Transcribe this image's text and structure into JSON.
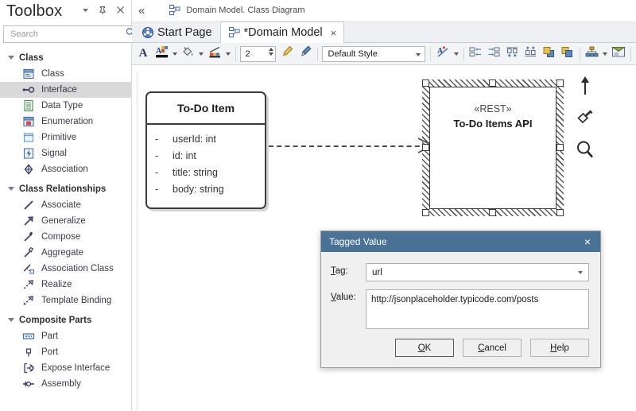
{
  "toolbox": {
    "title": "Toolbox",
    "header_buttons": [
      {
        "name": "toolbox-dropdown-button",
        "icon": "chevron-down-icon"
      },
      {
        "name": "toolbox-pin-button",
        "icon": "pin-icon"
      },
      {
        "name": "toolbox-close-button",
        "icon": "close-icon"
      }
    ],
    "search": {
      "placeholder": "Search",
      "value": ""
    },
    "search_icon": "magnifier-icon",
    "find_icon": "search-icon",
    "menu_icon": "hamburger-menu-icon",
    "groups": [
      {
        "label": "Class",
        "items": [
          {
            "label": "Class",
            "icon": "class-icon",
            "selected": false
          },
          {
            "label": "Interface",
            "icon": "interface-icon",
            "selected": true
          },
          {
            "label": "Data Type",
            "icon": "datatype-icon",
            "selected": false
          },
          {
            "label": "Enumeration",
            "icon": "enumeration-icon",
            "selected": false
          },
          {
            "label": "Primitive",
            "icon": "primitive-icon",
            "selected": false
          },
          {
            "label": "Signal",
            "icon": "signal-icon",
            "selected": false
          },
          {
            "label": "Association",
            "icon": "association-icon",
            "selected": false
          }
        ]
      },
      {
        "label": "Class Relationships",
        "items": [
          {
            "label": "Associate",
            "icon": "associate-icon",
            "selected": false
          },
          {
            "label": "Generalize",
            "icon": "generalize-icon",
            "selected": false
          },
          {
            "label": "Compose",
            "icon": "compose-icon",
            "selected": false
          },
          {
            "label": "Aggregate",
            "icon": "aggregate-icon",
            "selected": false
          },
          {
            "label": "Association Class",
            "icon": "association-class-icon",
            "selected": false
          },
          {
            "label": "Realize",
            "icon": "realize-icon",
            "selected": false
          },
          {
            "label": "Template Binding",
            "icon": "template-binding-icon",
            "selected": false
          }
        ]
      },
      {
        "label": "Composite Parts",
        "items": [
          {
            "label": "Part",
            "icon": "part-icon",
            "selected": false
          },
          {
            "label": "Port",
            "icon": "port-icon",
            "selected": false
          },
          {
            "label": "Expose Interface",
            "icon": "expose-interface-icon",
            "selected": false
          },
          {
            "label": "Assembly",
            "icon": "assembly-icon",
            "selected": false
          }
        ]
      }
    ]
  },
  "breadcrumb": {
    "collapse_icon": "double-chevron-left-icon",
    "diagram_icon": "class-diagram-icon",
    "text": "Domain Model.  Class Diagram"
  },
  "tabs": [
    {
      "label": "Start Page",
      "icon": "start-page-icon",
      "active": false,
      "closable": false
    },
    {
      "label": "*Domain Model",
      "icon": "class-diagram-icon",
      "active": true,
      "closable": true
    }
  ],
  "tab_close_glyph": "×",
  "format_toolbar": {
    "font_button": "A",
    "font_color_icon": "font-color-icon",
    "fill_color_icon": "fill-color-icon",
    "line_color_icon": "line-color-icon",
    "line_width": "2",
    "format_painter_icon": "format-painter-icon",
    "fill_brush_icon": "fill-brush-icon",
    "style_value": "Default Style",
    "style_options": [
      "Default Style"
    ],
    "text_style_icon": "text-style-icon",
    "align_left_icon": "align-left-icon",
    "align_right_icon": "align-right-icon",
    "align_top_icon": "align-top-icon",
    "align_bottom_icon": "align-bottom-icon",
    "bring_forward_icon": "bring-forward-icon",
    "send_backward_icon": "send-backward-icon",
    "layout_icon": "auto-layout-icon",
    "note_icon": "note-icon"
  },
  "diagram": {
    "class_element": {
      "name": "To-Do Item",
      "attributes": [
        {
          "visibility": "-",
          "text": "userId: int"
        },
        {
          "visibility": "-",
          "text": "id: int"
        },
        {
          "visibility": "-",
          "text": "title: string"
        },
        {
          "visibility": "-",
          "text": "body: string"
        }
      ]
    },
    "component_element": {
      "stereotype": "«REST»",
      "name": "To-Do Items API",
      "selected": true
    },
    "connector": {
      "type": "dependency",
      "style": "dashed",
      "arrow": "open"
    },
    "quick_icons": [
      {
        "name": "quick-link-arrow-icon",
        "icon": "up-arrow-icon"
      },
      {
        "name": "quick-fill-icon",
        "icon": "paint-bucket-icon"
      },
      {
        "name": "quick-zoom-icon",
        "icon": "magnifier-icon"
      }
    ]
  },
  "dialog": {
    "title": "Tagged Value",
    "close_glyph": "×",
    "title_bg": "#4a7296",
    "tag_label": "Tag:",
    "tag_value": "url",
    "value_label": "Value:",
    "value_text": "http://jsonplaceholder.typicode.com/posts",
    "buttons": [
      {
        "label": "OK",
        "name": "ok-button",
        "default": true
      },
      {
        "label": "Cancel",
        "name": "cancel-button",
        "default": false
      },
      {
        "label": "Help",
        "name": "help-button",
        "default": false
      }
    ]
  }
}
